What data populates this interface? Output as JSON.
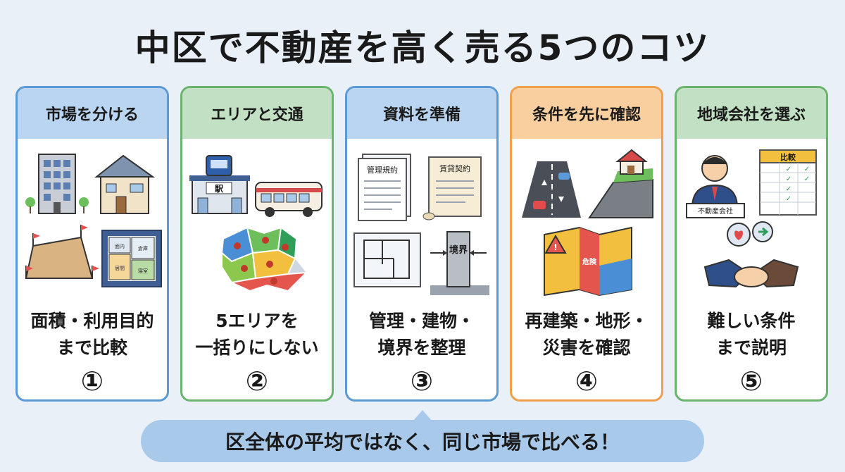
{
  "title": "中区で不動産を高く売る5つのコツ",
  "colors": {
    "blue": "#5b9ad6",
    "green": "#6ab46e",
    "orange": "#f0a04b"
  },
  "cards": [
    {
      "heading": "市場を分ける",
      "lines": [
        "面積・利用目的",
        "まで比較"
      ],
      "number": "①",
      "header_color": "#b9d5f1",
      "border_color": "#5b9ad6",
      "icons": [
        "apartment-icon",
        "house-icon",
        "land-plot-icon",
        "floor-plan-icon"
      ],
      "plan_labels": [
        "面内",
        "倉庫",
        "居間",
        "寝室"
      ]
    },
    {
      "heading": "エリアと交通",
      "lines": [
        "5エリアを",
        "一括りにしない"
      ],
      "number": "②",
      "header_color": "#c2e0c4",
      "border_color": "#6ab46e",
      "icons": [
        "train-station-icon",
        "bus-icon",
        "area-map-icon"
      ],
      "station_label": "駅"
    },
    {
      "heading": "資料を準備",
      "lines": [
        "管理・建物・",
        "境界を整理"
      ],
      "number": "③",
      "header_color": "#b9d5f1",
      "border_color": "#5b9ad6",
      "icons": [
        "document-icon",
        "scroll-icon",
        "blueprint-icon",
        "boundary-marker-icon"
      ],
      "doc_labels": [
        "管理規約",
        "賃貸契約"
      ],
      "boundary_label": "境界"
    },
    {
      "heading": "条件を先に確認",
      "lines": [
        "再建築・地形・",
        "災害を確認"
      ],
      "number": "④",
      "header_color": "#f9cf9f",
      "border_color": "#f0a04b",
      "icons": [
        "road-icon",
        "slope-house-icon",
        "hazard-map-icon"
      ],
      "hazard_label": "危険"
    },
    {
      "heading": "地域会社を選ぶ",
      "lines": [
        "難しい条件",
        "まで説明"
      ],
      "number": "⑤",
      "header_color": "#c2e0c4",
      "border_color": "#6ab46e",
      "icons": [
        "agent-icon",
        "comparison-sheet-icon",
        "handshake-icon"
      ],
      "agent_label": "不動産会社",
      "compare_label": "比較"
    }
  ],
  "footer": "区全体の平均ではなく、同じ市場で比べる！"
}
